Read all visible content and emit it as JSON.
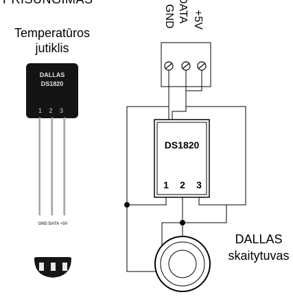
{
  "header": {
    "title": "PRISUNGIMAS"
  },
  "sensor": {
    "label_line1": "Temperatūros",
    "label_line2": "jutiklis",
    "chip_text_line1": "DALLAS",
    "chip_text_line2": "DS1820",
    "chip_pins": "1 2 3",
    "legend": "GND DATA +5V"
  },
  "terminal_block": {
    "labels": [
      "GND",
      "DATA",
      "+5V"
    ]
  },
  "ic": {
    "name": "DS1820",
    "pins": [
      "1",
      "2",
      "3"
    ]
  },
  "reader": {
    "label_line1": "DALLAS",
    "label_line2": "skaitytuvas"
  }
}
